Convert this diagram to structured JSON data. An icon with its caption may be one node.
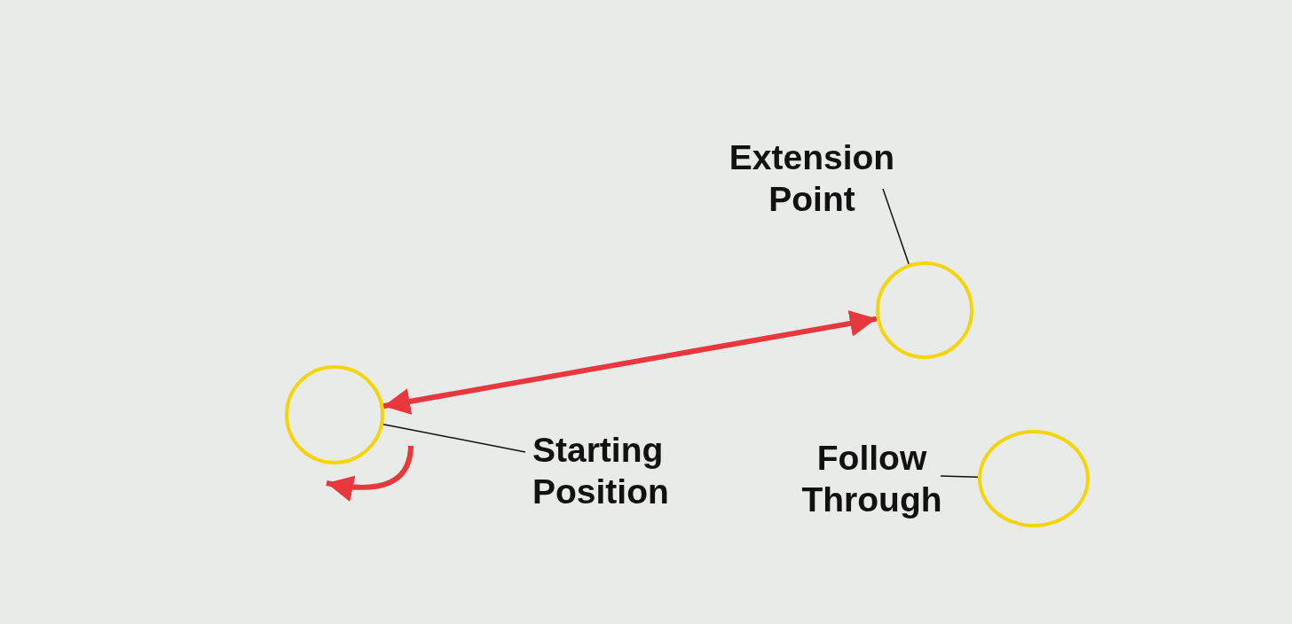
{
  "diagram": {
    "nodes": [
      {
        "text": [
          "Extension Point"
        ]
      },
      {
        "text": [],
        "shape": "circle"
      },
      {
        "text": [],
        "shape": "circle"
      },
      {
        "text": [
          "Starting Position"
        ]
      },
      {
        "text": [
          "Follow Through"
        ]
      },
      {
        "text": [],
        "shape": "circle"
      }
    ],
    "edges": [
      {
        "from": 0,
        "to": 1,
        "arrow": "none"
      },
      {
        "from": 3,
        "to": 2,
        "arrow": "none"
      },
      {
        "from": 4,
        "to": 5,
        "arrow": "none"
      },
      {
        "from": 2,
        "to": 1,
        "arrow": "both",
        "style": "thick",
        "color": "#e8383d"
      }
    ]
  }
}
